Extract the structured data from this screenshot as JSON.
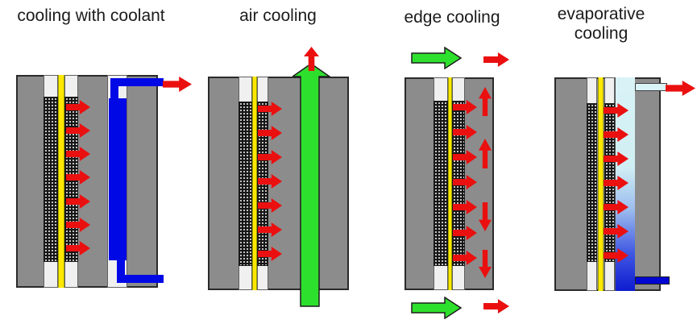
{
  "diagram": {
    "panels": [
      {
        "id": "coolant",
        "title": "cooling with coolant",
        "heat_arrow_count": 7
      },
      {
        "id": "air",
        "title": "air cooling",
        "heat_arrow_count": 7
      },
      {
        "id": "edge",
        "title": "edge cooling",
        "heat_arrow_count": 7
      },
      {
        "id": "evaporative",
        "title": "evaporative cooling",
        "heat_arrow_count": 7
      }
    ],
    "colors": {
      "plate_gray": "#8c8c8c",
      "electrode_white": "#f0f0f0",
      "membrane_yellow": "#ffe800",
      "heat_red": "#ea1010",
      "coolant_blue": "#0008e6",
      "air_green": "#2ee02e",
      "vapor_cyan": "#d9f3f6",
      "outline": "#2a2a2a",
      "background": "#ffffff"
    }
  }
}
